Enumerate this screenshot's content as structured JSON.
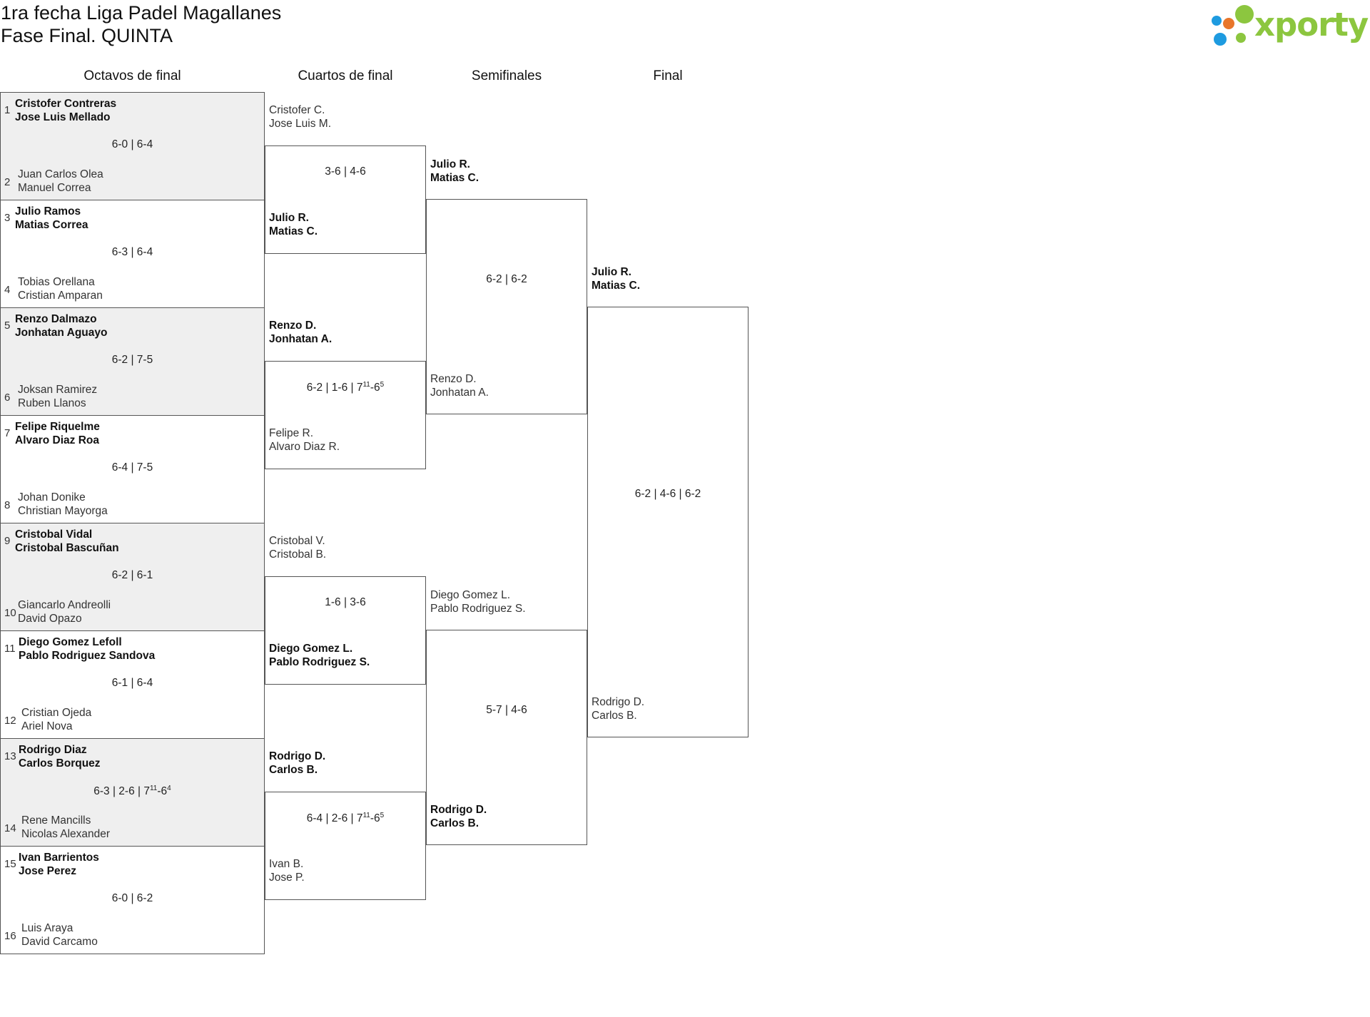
{
  "header": {
    "title_line1": "1ra fecha Liga Padel Magallanes",
    "title_line2": "Fase Final. QUINTA",
    "logo_text": "xporty"
  },
  "rounds": [
    "Octavos de final",
    "Cuartos de final",
    "Semifinales",
    "Final"
  ],
  "octavos": [
    {
      "seed_top": "1",
      "top1": "Cristofer Contreras",
      "top2": "Jose Luis Mellado",
      "score": "6-0 | 6-4",
      "seed_bot": "2",
      "bot1": "Juan Carlos Olea",
      "bot2": "Manuel Correa",
      "winner": "top",
      "shaded": true
    },
    {
      "seed_top": "3",
      "top1": "Julio Ramos",
      "top2": "Matias Correa",
      "score": "6-3 | 6-4",
      "seed_bot": "4",
      "bot1": "Tobias Orellana",
      "bot2": "Cristian Amparan",
      "winner": "top",
      "shaded": false
    },
    {
      "seed_top": "5",
      "top1": "Renzo Dalmazo",
      "top2": "Jonhatan Aguayo",
      "score": "6-2 | 7-5",
      "seed_bot": "6",
      "bot1": "Joksan Ramirez",
      "bot2": "Ruben Llanos",
      "winner": "top",
      "shaded": true
    },
    {
      "seed_top": "7",
      "top1": "Felipe Riquelme",
      "top2": "Alvaro Diaz Roa",
      "score": "6-4 | 7-5",
      "seed_bot": "8",
      "bot1": "Johan Donike",
      "bot2": "Christian Mayorga",
      "winner": "top",
      "shaded": false
    },
    {
      "seed_top": "9",
      "top1": "Cristobal Vidal",
      "top2": "Cristobal Bascuñan",
      "score": "6-2 | 6-1",
      "seed_bot": "10",
      "bot1": "Giancarlo Andreolli",
      "bot2": "David Opazo",
      "winner": "top",
      "shaded": true
    },
    {
      "seed_top": "11",
      "top1": "Diego Gomez Lefoll",
      "top2": "Pablo Rodriguez Sandova",
      "score": "6-1 | 6-4",
      "seed_bot": "12",
      "bot1": "Cristian Ojeda",
      "bot2": "Ariel Nova",
      "winner": "top",
      "shaded": false
    },
    {
      "seed_top": "13",
      "top1": "Rodrigo Diaz",
      "top2": "Carlos Borquez",
      "score_html": "6-3 | 2-6 | 7<sup>11</sup>-6<sup>4</sup>",
      "score": "6-3 | 2-6 | 7(11)-6(4)",
      "seed_bot": "14",
      "bot1": "Rene Mancills",
      "bot2": "Nicolas Alexander",
      "winner": "top",
      "shaded": true
    },
    {
      "seed_top": "15",
      "top1": "Ivan Barrientos",
      "top2": "Jose Perez",
      "score": "6-0 | 6-2",
      "seed_bot": "16",
      "bot1": "Luis Araya",
      "bot2": "David Carcamo",
      "winner": "top",
      "shaded": false
    }
  ],
  "cuartos": [
    {
      "top1": "Cristofer C.",
      "top2": "Jose Luis M.",
      "score": "3-6 | 4-6",
      "bot1": "Julio R.",
      "bot2": "Matias C.",
      "winner": "bot"
    },
    {
      "top1": "Renzo D.",
      "top2": "Jonhatan A.",
      "score": "6-2 | 1-6 | 7(11)-6(5)",
      "score_html": "6-2 | 1-6 | 7<sup>11</sup>-6<sup>5</sup>",
      "bot1": "Felipe R.",
      "bot2": "Alvaro Diaz R.",
      "winner": "top"
    },
    {
      "top1": "Cristobal V.",
      "top2": "Cristobal B.",
      "score": "1-6 | 3-6",
      "bot1": "Diego Gomez L.",
      "bot2": "Pablo Rodriguez S.",
      "winner": "bot"
    },
    {
      "top1": "Rodrigo D.",
      "top2": "Carlos B.",
      "score": "6-4 | 2-6 | 7(11)-6(5)",
      "score_html": "6-4 | 2-6 | 7<sup>11</sup>-6<sup>5</sup>",
      "bot1": "Ivan B.",
      "bot2": "Jose P.",
      "winner": "top"
    }
  ],
  "semis": [
    {
      "top1": "Julio R.",
      "top2": "Matias C.",
      "score": "6-2 | 6-2",
      "bot1": "Renzo D.",
      "bot2": "Jonhatan A.",
      "winner": "top"
    },
    {
      "top1": "Diego Gomez L.",
      "top2": "Pablo Rodriguez S.",
      "score": "5-7 | 4-6",
      "bot1": "Rodrigo D.",
      "bot2": "Carlos B.",
      "winner": "bot"
    }
  ],
  "final": {
    "top1": "Julio R.",
    "top2": "Matias C.",
    "score": "6-2 | 4-6 | 6-2",
    "bot1": "Rodrigo D.",
    "bot2": "Carlos B.",
    "winner": "top"
  }
}
